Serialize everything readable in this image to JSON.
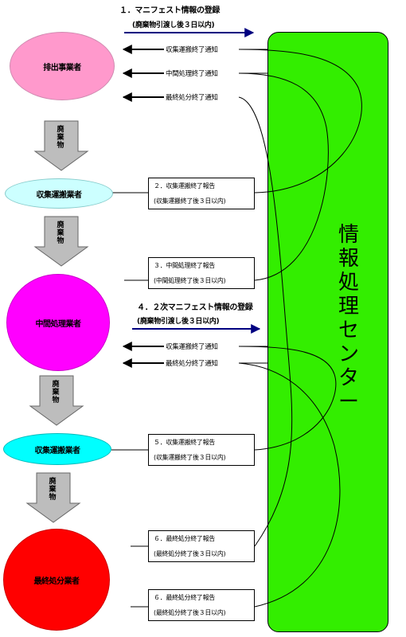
{
  "center": {
    "chars": [
      "情",
      "報",
      "処",
      "理",
      "セ",
      "ン",
      "タ",
      "ー"
    ]
  },
  "headings": [
    {
      "title": "１．マニフェスト情報の登録",
      "note": "(廃棄物引渡し後３日以内)"
    },
    {
      "title": "４．２次マニフェスト情報の登録",
      "note": "(廃棄物引渡し後３日以内)"
    }
  ],
  "nodes": {
    "emitter": "排出事業者",
    "collector1": "収集運搬業者",
    "intermediate": "中間処理業者",
    "collector2": "収集運搬業者",
    "final": "最終処分業者"
  },
  "waste_label": [
    "廃",
    "棄",
    "物"
  ],
  "notices": {
    "n1": "収集運搬終了通知",
    "n2": "中間処理終了通知",
    "n3": "最終処分終了通知",
    "n4": "収集運搬終了通知",
    "n5": "最終処分終了通知"
  },
  "reports": [
    {
      "line1": "２．収集運搬終了報告",
      "line2": "(収集運搬終了後３日以内)"
    },
    {
      "line1": "３．中間処理終了報告",
      "line2": "(中間処理終了後３日以内)"
    },
    {
      "line1": "５．収集運搬終了報告",
      "line2": "(収集運搬終了後３日以内)"
    },
    {
      "line1": "６．最終処分終了報告",
      "line2": "(最終処分終了後３日以内)"
    },
    {
      "line1": "６．最終処分終了報告",
      "line2": "(最終処分終了後３日以内)"
    }
  ],
  "colors": {
    "center_fill": "#33ee00",
    "emitter_fill": "#ff99cc",
    "collector_fill1": "#ccffff",
    "collector_fill2": "#00ffff",
    "intermediate_fill": "#ff00ff",
    "final_fill": "#ff0000",
    "heading_arrow": "#000080"
  }
}
